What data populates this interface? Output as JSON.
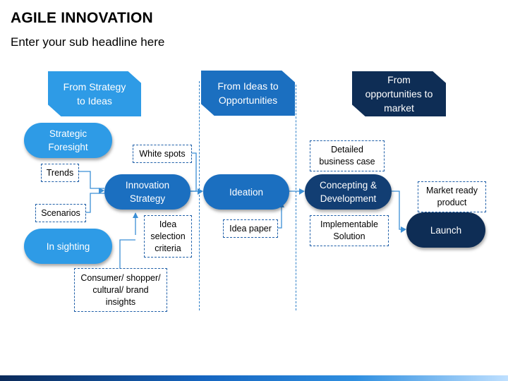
{
  "header": {
    "title": "AGILE INNOVATION",
    "subtitle": "Enter your sub headline here"
  },
  "stages": [
    {
      "label": "From Strategy to Ideas",
      "color": "#2e9be6"
    },
    {
      "label": "From Ideas to Opportunities",
      "color": "#1b6fc0"
    },
    {
      "label": "From opportunities to market",
      "color": "#0e2d55"
    }
  ],
  "pills": {
    "strategic_foresight": "Strategic Foresight",
    "in_sighting": "In sighting",
    "innovation_strategy": "Innovation Strategy",
    "ideation": "Ideation",
    "concepting": "Concepting & Development",
    "launch": "Launch"
  },
  "notes": {
    "trends": "Trends",
    "scenarios": "Scenarios",
    "white_spots": "White spots",
    "idea_selection": "Idea selection criteria",
    "consumer_insights": "Consumer/ shopper/ cultural/ brand insights",
    "idea_paper": "Idea paper",
    "detailed_business_case": "Detailed business case",
    "implementable_solution": "Implementable Solution",
    "market_ready_product": "Market ready product"
  },
  "colors": {
    "light_blue": "#2e9be6",
    "mid_blue": "#1b6fc0",
    "dark_blue": "#0e2d55",
    "connector": "#3b8fd6"
  }
}
